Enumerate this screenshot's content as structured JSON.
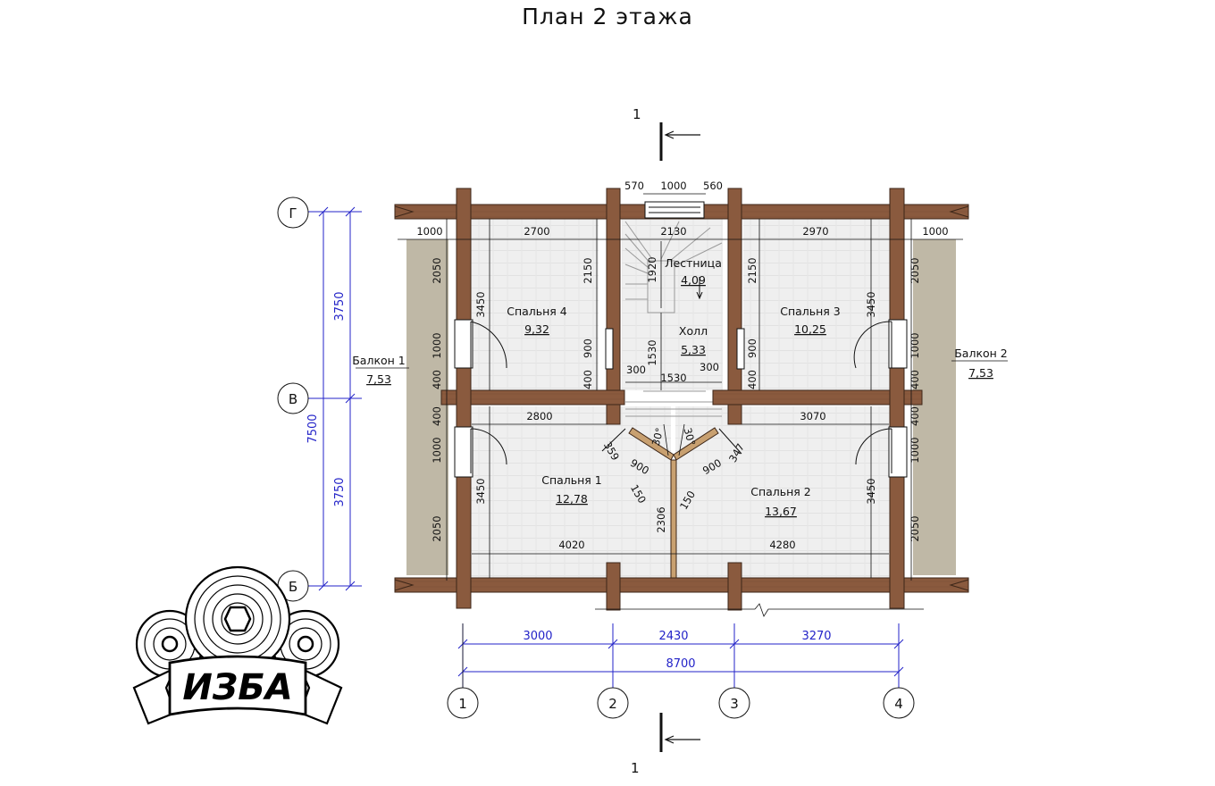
{
  "title": "План 2 этажа",
  "section": {
    "label_top": "1",
    "label_bottom": "1"
  },
  "rooms": [
    {
      "id": "spalnya4",
      "name": "Спальня 4",
      "area": "9,32"
    },
    {
      "id": "spalnya3",
      "name": "Спальня 3",
      "area": "10,25"
    },
    {
      "id": "lestnica",
      "name": "Лестница",
      "area": "4,09"
    },
    {
      "id": "holl",
      "name": "Холл",
      "area": "5,33"
    },
    {
      "id": "spalnya1",
      "name": "Спальня 1",
      "area": "12,78"
    },
    {
      "id": "spalnya2",
      "name": "Спальня 2",
      "area": "13,67"
    },
    {
      "id": "balkon1",
      "name": "Балкон 1",
      "area": "7,53"
    },
    {
      "id": "balkon2",
      "name": "Балкон 2",
      "area": "7,53"
    }
  ],
  "axes": {
    "horizontal": [
      "1",
      "2",
      "3",
      "4"
    ],
    "vertical": [
      "Г",
      "В",
      "Б"
    ]
  },
  "dims": {
    "bottom": [
      "3000",
      "2430",
      "3270"
    ],
    "bottom_total": "8700",
    "left": [
      "3750",
      "3750"
    ],
    "left_total": "7500",
    "inner": {
      "w570": "570",
      "w1000": "1000",
      "w560": "560",
      "d1000l": "1000",
      "d2700": "2700",
      "d2130": "2130",
      "d2970": "2970",
      "d1000r": "1000",
      "d2050a": "2050",
      "d3450a": "3450",
      "d1000a": "1000",
      "d400a": "400",
      "d2150a": "2150",
      "d900a": "900",
      "d400b": "400",
      "d1920": "1920",
      "d1530v": "1530",
      "d2150b": "2150",
      "d900b": "900",
      "d400c": "400",
      "d3450b": "3450",
      "d2050b": "2050",
      "d1000b": "1000",
      "d400d": "400",
      "d300a": "300",
      "d1530h": "1530",
      "d300b": "300",
      "d2800": "2800",
      "d3070": "3070",
      "d400e": "400",
      "d1000c": "1000",
      "d3450c": "3450",
      "d2050c": "2050",
      "d400f": "400",
      "d1000d": "1000",
      "d3450d": "3450",
      "d2050d": "2050",
      "a30l": "30°",
      "a30r": "30°",
      "d359": "359",
      "d900c": "900",
      "d150a": "150",
      "d900d": "900",
      "d347": "347",
      "d150b": "150",
      "d2306": "2306",
      "d4020": "4020",
      "d4280": "4280"
    }
  },
  "logo": {
    "text": "ИЗБА"
  },
  "colors": {
    "log_wall": "#8a5a3e",
    "log_wall_stroke": "#3c2618",
    "floor": "#eeeeee",
    "balcony": "#bfb8a6",
    "blue_dim": "#2323c8"
  }
}
